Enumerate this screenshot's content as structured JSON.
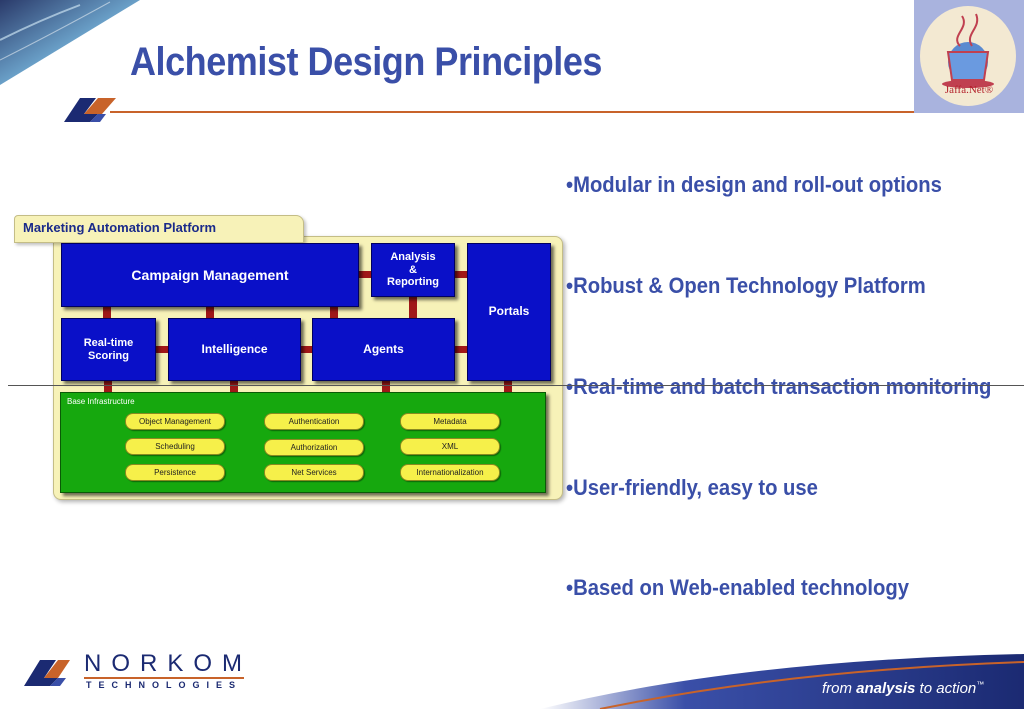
{
  "slide": {
    "title": "Alchemist Design Principles",
    "bullets": [
      "•Modular in design and roll-out options",
      "•Robust & Open Technology Platform",
      "•Real-time and batch transaction monitoring",
      "•User-friendly, easy to use",
      "•Based on Web-enabled technology"
    ]
  },
  "logo": {
    "jaffa_text": "Jaffa.Net®"
  },
  "diagram": {
    "panel_title": "Marketing Automation Platform",
    "boxes": {
      "campaign": "Campaign Management",
      "analysis": "Analysis\n&\nReporting",
      "portals": "Portals",
      "realtime": "Real-time\nScoring",
      "intelligence": "Intelligence",
      "agents": "Agents"
    },
    "base": {
      "label": "Base Infrastructure",
      "items": [
        "Object Management",
        "Authentication",
        "Metadata",
        "Scheduling",
        "Authorization",
        "XML",
        "Persistence",
        "Net Services",
        "Internationalization"
      ]
    }
  },
  "footer": {
    "company": "NORKOM",
    "company_sub": "TECHNOLOGIES",
    "tagline_pre": "from ",
    "tagline_bold": "analysis",
    "tagline_post": " to action",
    "tagline_tm": "™"
  },
  "colors": {
    "title": "#3a4fa8",
    "accent_rule": "#c8632a",
    "box_blue": "#0a10c8",
    "base_green": "#16a80e",
    "pill_yellow": "#f6f04a",
    "panel_cream": "#f7f2b8"
  }
}
